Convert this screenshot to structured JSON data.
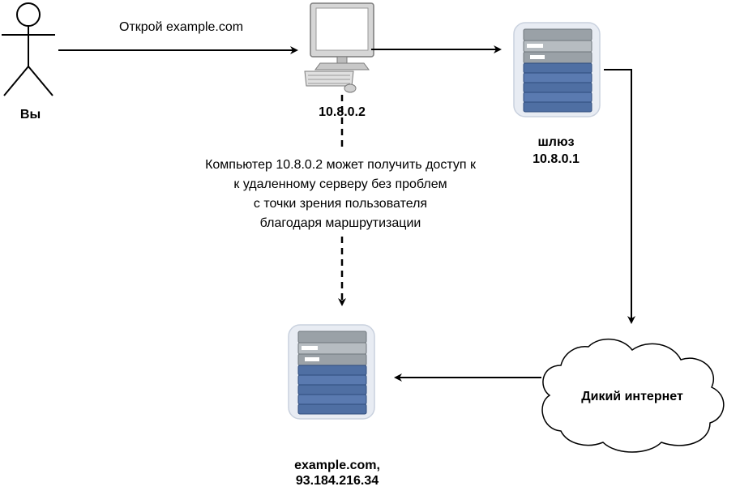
{
  "actor": {
    "label": "Вы"
  },
  "request": {
    "label": "Открой example.com"
  },
  "computer": {
    "ip": "10.8.0.2",
    "icon": "desktop-computer-icon"
  },
  "gateway": {
    "name": "шлюз",
    "ip": "10.8.0.1",
    "icon": "server-rack-icon"
  },
  "cloud": {
    "label": "Дикий интернет",
    "icon": "cloud-icon"
  },
  "server": {
    "name": "example.com,",
    "ip": "93.184.216.34",
    "icon": "server-rack-icon"
  },
  "note": {
    "lines": [
      "Компьютер 10.8.0.2 может получить доступ к",
      "к удаленному серверу без проблем",
      "с точки зрения пользователя",
      "благодаря маршрутизации"
    ]
  },
  "colors": {
    "line": "#000000",
    "server_gray": "#8f969c",
    "server_blue": "#4f6fa3",
    "server_casing": "#e8ecf3",
    "monitor_frame": "#7a7a7a"
  }
}
